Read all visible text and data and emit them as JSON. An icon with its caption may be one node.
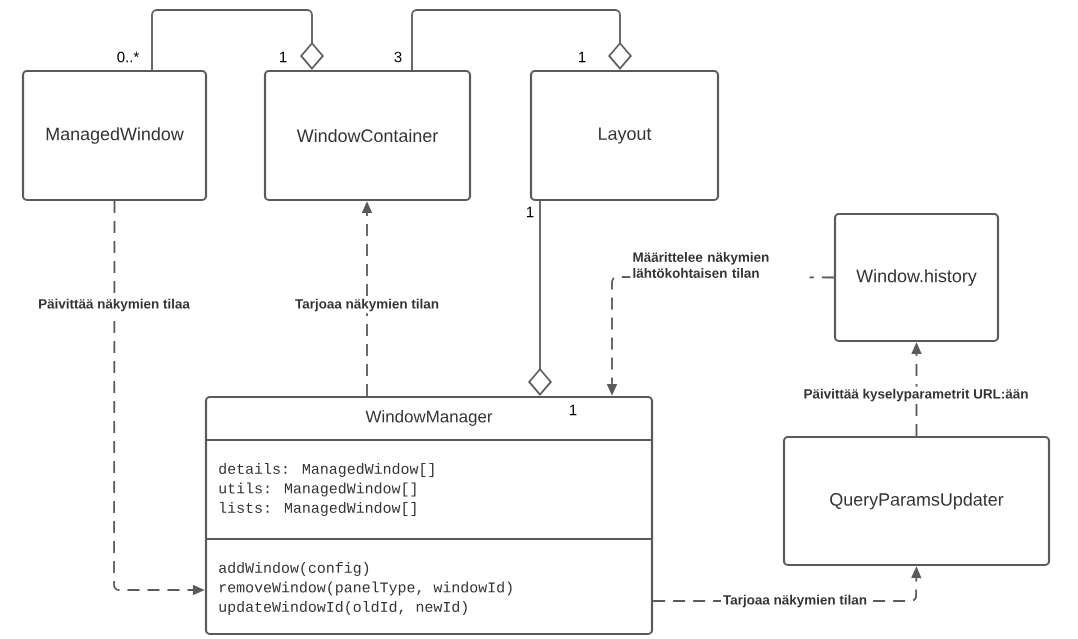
{
  "diagram": {
    "nodes": [
      {
        "text": [
          "ManagedWindow"
        ]
      },
      {
        "text": [
          "WindowContainer"
        ]
      },
      {
        "text": [
          "Layout"
        ]
      },
      {
        "text": [
          "Window.history"
        ]
      },
      {
        "text": [
          "WindowManager",
          "details: ManagedWindow[]",
          "utils: ManagedWindow[]",
          "lists: ManagedWindow[]",
          "addWindow(config)",
          "removeWindow(panelType, windowId)",
          "updateWindowId(oldId, newId)"
        ]
      },
      {
        "text": [
          "QueryParamsUpdater"
        ]
      }
    ],
    "edges": [
      {
        "from": 0,
        "to": 1,
        "arrow": "other"
      },
      {
        "from": 1,
        "to": 2,
        "arrow": "other"
      },
      {
        "from": 2,
        "to": 4,
        "arrow": "other"
      },
      {
        "from": 0,
        "to": 4,
        "arrow": "to",
        "style": "dashed",
        "label": "Päivittää näkymien tilaa"
      },
      {
        "from": 4,
        "to": 1,
        "arrow": "to",
        "style": "dashed",
        "label": "Tarjoaa näkymien tilan"
      },
      {
        "from": 3,
        "to": 4,
        "arrow": "to",
        "style": "dashed",
        "label": "Määrittelee näkymien lähtökohtaisen tilan"
      },
      {
        "from": 5,
        "to": 3,
        "arrow": "to",
        "style": "dashed",
        "label": "Päivittää kyselyparametrit URL:ään"
      },
      {
        "from": 4,
        "to": 5,
        "arrow": "to",
        "style": "dashed",
        "label": "Tarjoaa näkymien tilan"
      }
    ],
    "labels": [
      "0..*",
      "1",
      "3",
      "1",
      "1",
      "1"
    ]
  }
}
